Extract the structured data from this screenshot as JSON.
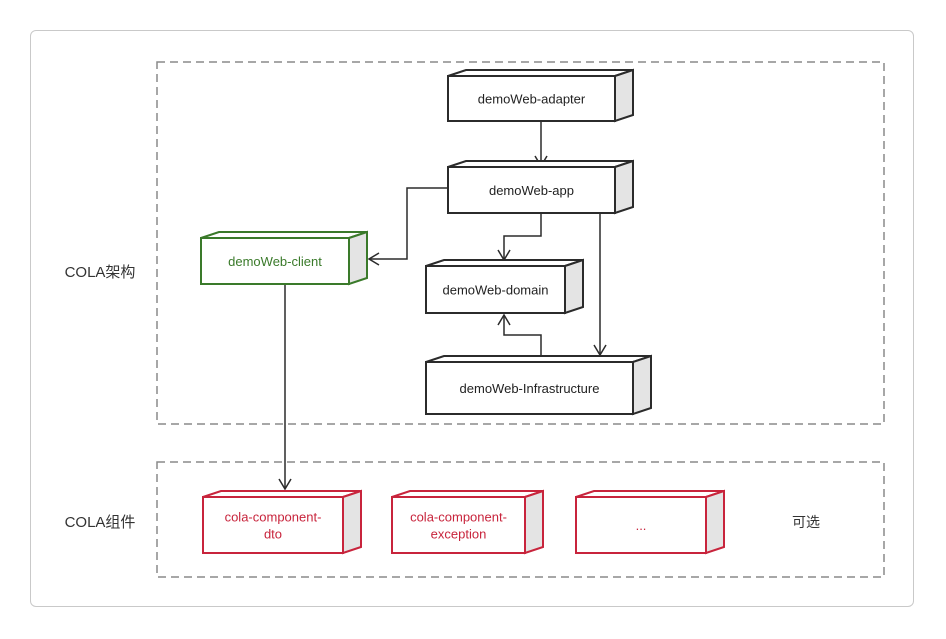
{
  "colors": {
    "black": "#2b2b2b",
    "green": "#3a7a2a",
    "red": "#c8243c",
    "side": "#e4e4e4",
    "dash": "#8a8a8a"
  },
  "groups": {
    "architecture": {
      "label": "COLA架构"
    },
    "components": {
      "label": "COLA组件",
      "note": "可选"
    }
  },
  "nodes": {
    "adapter": {
      "label": "demoWeb-adapter"
    },
    "app": {
      "label": "demoWeb-app"
    },
    "client": {
      "label": "demoWeb-client"
    },
    "domain": {
      "label": "demoWeb-domain"
    },
    "infra": {
      "label": "demoWeb-Infrastructure"
    },
    "dto": {
      "line1": "cola-component-",
      "line2": "dto"
    },
    "exception": {
      "line1": "cola-component-",
      "line2": "exception"
    },
    "more": {
      "label": "..."
    }
  },
  "edges": [
    {
      "from": "adapter",
      "to": "app"
    },
    {
      "from": "app",
      "to": "client"
    },
    {
      "from": "app",
      "to": "domain"
    },
    {
      "from": "app",
      "to": "infra"
    },
    {
      "from": "infra",
      "to": "domain"
    },
    {
      "from": "client",
      "to": "dto"
    }
  ]
}
